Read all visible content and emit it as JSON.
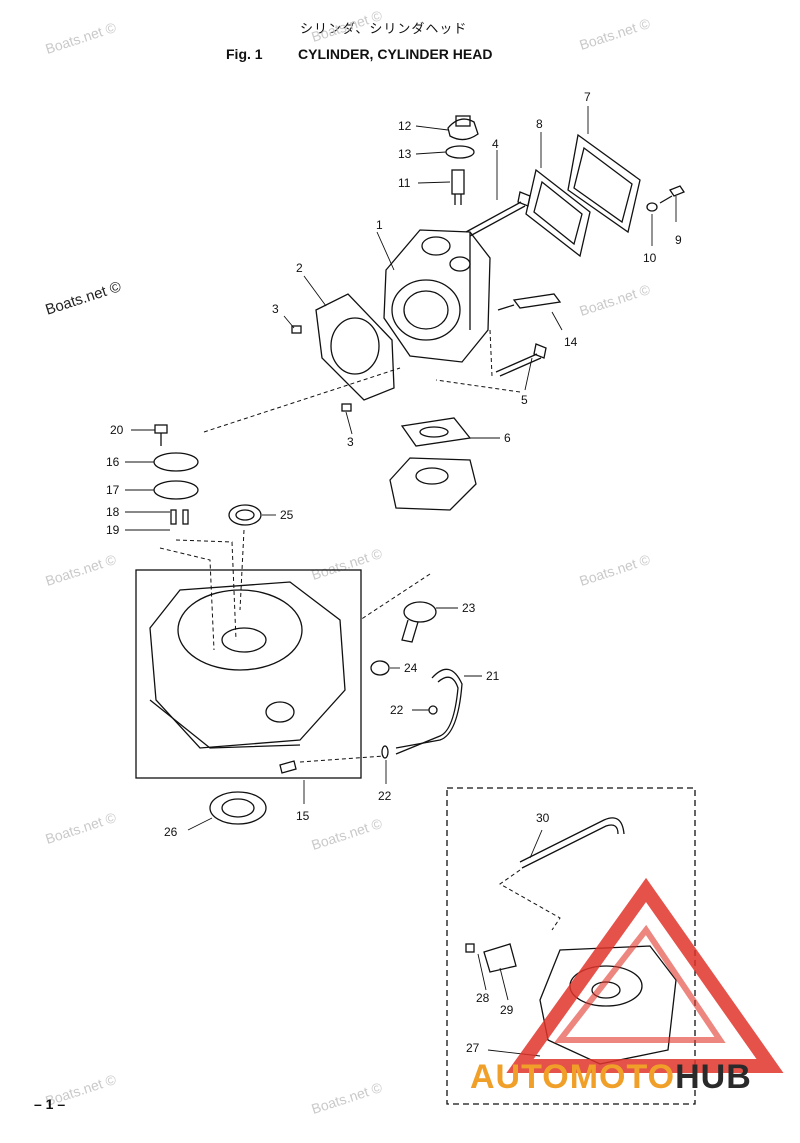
{
  "header": {
    "japanese_title": "シリンダ、シリンダヘッド",
    "fig_label": "Fig. 1",
    "title": "CYLINDER, CYLINDER HEAD"
  },
  "watermark": {
    "text": "Boats.net ©"
  },
  "callouts": [
    "1",
    "2",
    "3",
    "3",
    "4",
    "5",
    "6",
    "7",
    "8",
    "9",
    "10",
    "11",
    "12",
    "13",
    "14",
    "15",
    "16",
    "17",
    "18",
    "19",
    "20",
    "21",
    "22",
    "22",
    "23",
    "24",
    "25",
    "26",
    "27",
    "28",
    "29",
    "30"
  ],
  "page_number": "– 1 –",
  "logo": {
    "part1": "AUTO",
    "part2": "MOTO",
    "part3": "HUB",
    "colors": {
      "accent": "#f0a028",
      "red": "#e0342a",
      "dark": "#2a2a2a"
    }
  }
}
